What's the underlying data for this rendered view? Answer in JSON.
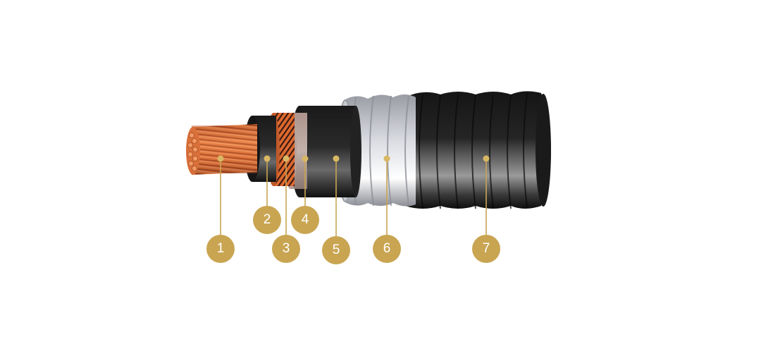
{
  "diagram": {
    "subject": "cable-cross-section",
    "accent_color": "#c9a552",
    "background": "#ffffff",
    "callouts": [
      {
        "number": "1",
        "layer": "copper-conductor",
        "dot": [
          313,
          225
        ],
        "badge": [
          313,
          353
        ]
      },
      {
        "number": "2",
        "layer": "conductor-screen",
        "dot": [
          379,
          225
        ],
        "badge": [
          379,
          312
        ]
      },
      {
        "number": "3",
        "layer": "copper-wire-screen",
        "dot": [
          406,
          225
        ],
        "badge": [
          406,
          353
        ]
      },
      {
        "number": "4",
        "layer": "binder-tape",
        "dot": [
          433,
          225
        ],
        "badge": [
          433,
          312
        ]
      },
      {
        "number": "5",
        "layer": "insulation",
        "dot": [
          477,
          225
        ],
        "badge": [
          477,
          355
        ]
      },
      {
        "number": "6",
        "layer": "corrugated-aluminum-sheath",
        "dot": [
          549,
          225
        ],
        "badge": [
          549,
          353
        ]
      },
      {
        "number": "7",
        "layer": "outer-sheath",
        "dot": [
          690,
          225
        ],
        "badge": [
          690,
          353
        ]
      }
    ]
  }
}
